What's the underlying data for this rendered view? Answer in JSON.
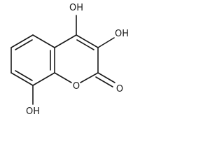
{
  "atoms": {
    "oh_top": "OH",
    "oh_right": "OH",
    "oh_bottom": "OH",
    "ring_oxygen": "O",
    "carbonyl_oxygen": "O"
  },
  "colors": {
    "ink": "#1a1a1a",
    "background": "#ffffff"
  }
}
